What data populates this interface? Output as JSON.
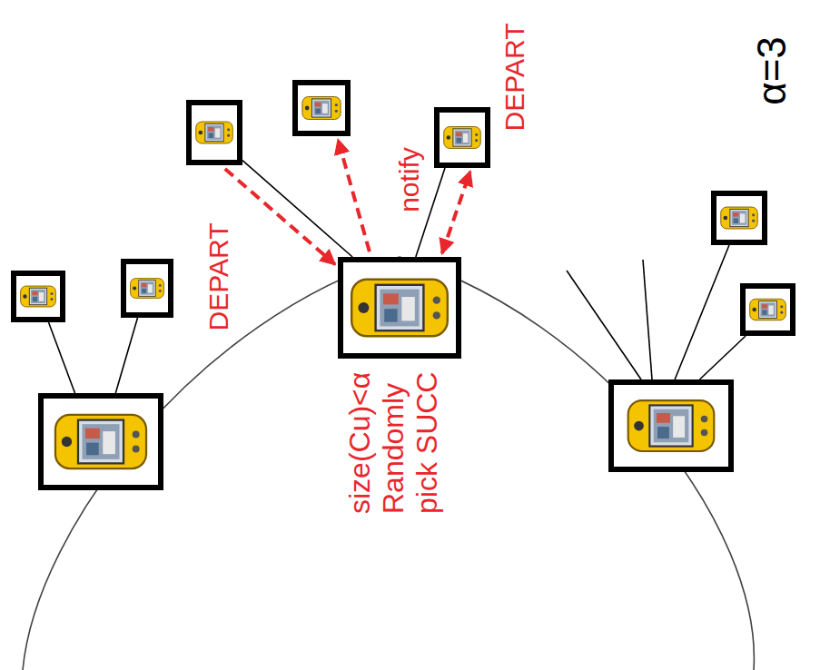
{
  "diagram": {
    "nodes": [
      {
        "text": []
      },
      {
        "text": []
      },
      {
        "text": []
      },
      {
        "text": [
          "size(Cu)<α Randomly pick SUCC"
        ]
      },
      {
        "text": []
      },
      {
        "text": []
      },
      {
        "text": []
      },
      {
        "text": []
      },
      {
        "text": []
      },
      {
        "text": []
      }
    ],
    "edges": [
      {
        "from": 0,
        "to": 1,
        "arrow": "none"
      },
      {
        "from": 0,
        "to": 2,
        "arrow": "none"
      },
      {
        "from": 3,
        "to": 4,
        "arrow": "none"
      },
      {
        "from": 3,
        "to": 6,
        "arrow": "none"
      },
      {
        "from": 4,
        "to": 3,
        "arrow": "to",
        "label": "DEPART"
      },
      {
        "from": 3,
        "to": 5,
        "arrow": "to",
        "label": "notify"
      },
      {
        "from": 3,
        "to": 6,
        "arrow": "both",
        "label": "DEPART"
      },
      {
        "from": 7,
        "to": 8,
        "arrow": "none"
      },
      {
        "from": 7,
        "to": 9,
        "arrow": "none"
      }
    ],
    "labels": [
      "α=3"
    ]
  }
}
